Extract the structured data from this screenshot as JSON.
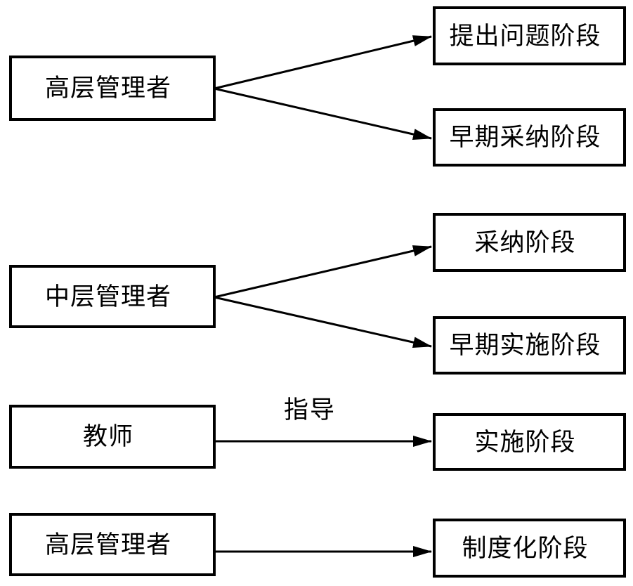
{
  "diagram": {
    "background_color": "#ffffff",
    "line_color": "#000000",
    "box_border_color": "#000000",
    "actors": [
      {
        "id": "senior-manager-1",
        "label": "高层管理者"
      },
      {
        "id": "middle-manager",
        "label": "中层管理者"
      },
      {
        "id": "teacher",
        "label": "教师"
      },
      {
        "id": "senior-manager-2",
        "label": "高层管理者"
      }
    ],
    "stages": [
      {
        "id": "problem-raising",
        "label": "提出问题阶段"
      },
      {
        "id": "early-adoption",
        "label": "早期采纳阶段"
      },
      {
        "id": "adoption",
        "label": "采纳阶段"
      },
      {
        "id": "early-implementation",
        "label": "早期实施阶段"
      },
      {
        "id": "implementation",
        "label": "实施阶段"
      },
      {
        "id": "institutionalization",
        "label": "制度化阶段"
      }
    ],
    "edges": [
      {
        "from": "senior-manager-1",
        "to": "problem-raising",
        "label": ""
      },
      {
        "from": "senior-manager-1",
        "to": "early-adoption",
        "label": ""
      },
      {
        "from": "middle-manager",
        "to": "adoption",
        "label": ""
      },
      {
        "from": "middle-manager",
        "to": "early-implementation",
        "label": ""
      },
      {
        "from": "teacher",
        "to": "implementation",
        "label": "指导"
      },
      {
        "from": "senior-manager-2",
        "to": "institutionalization",
        "label": ""
      }
    ]
  }
}
